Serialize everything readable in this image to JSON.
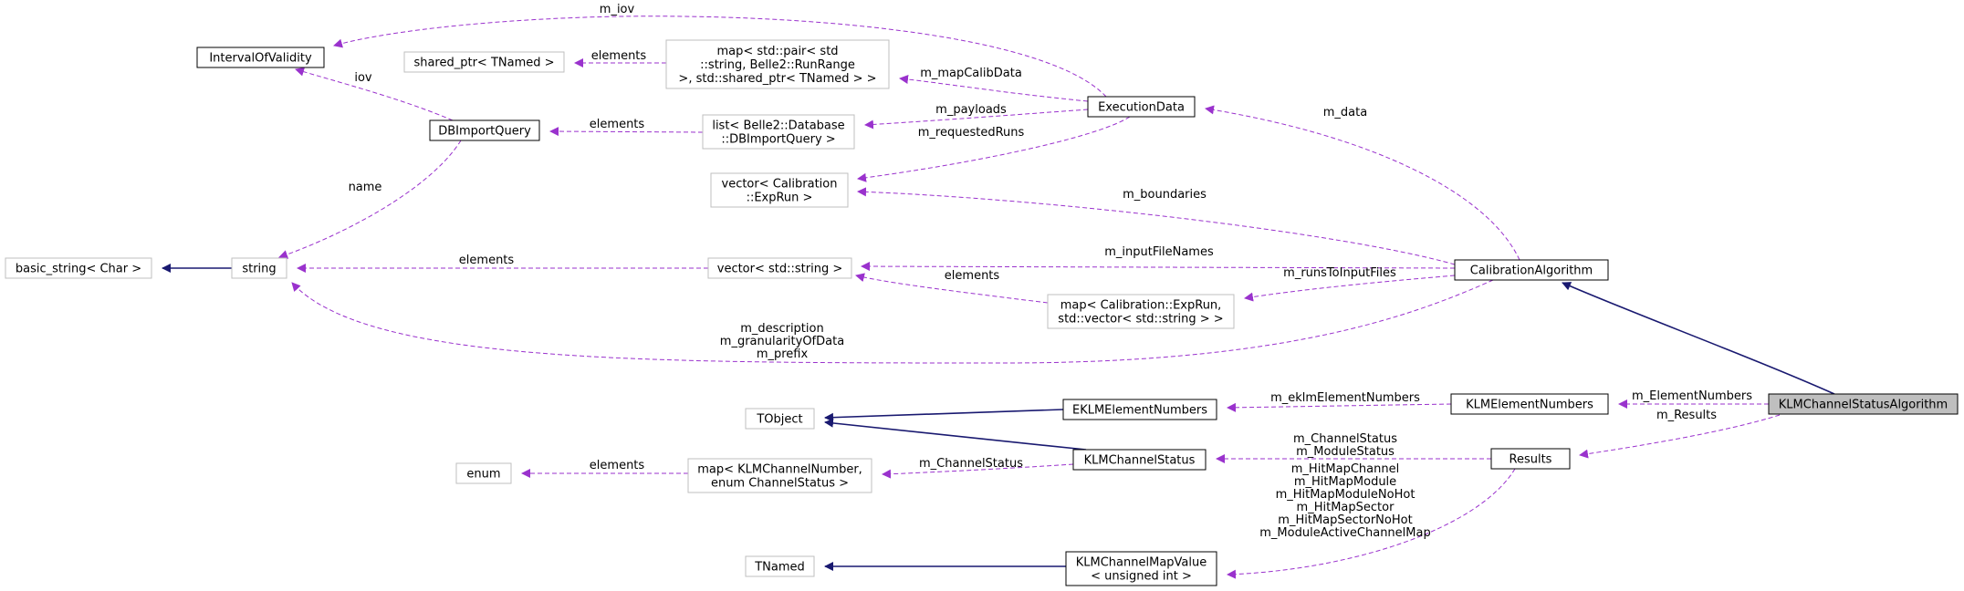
{
  "diagram": {
    "nodes": [
      {
        "id": "KLMChannelStatusAlgorithm",
        "lines": [
          "KLMChannelStatusAlgorithm"
        ],
        "style": "selected"
      },
      {
        "id": "CalibrationAlgorithm",
        "lines": [
          "CalibrationAlgorithm"
        ],
        "style": "class"
      },
      {
        "id": "ExecutionData",
        "lines": [
          "ExecutionData"
        ],
        "style": "class"
      },
      {
        "id": "IntervalOfValidity",
        "lines": [
          "IntervalOfValidity"
        ],
        "style": "class"
      },
      {
        "id": "DBImportQuery",
        "lines": [
          "DBImportQuery"
        ],
        "style": "class"
      },
      {
        "id": "string",
        "lines": [
          "string"
        ],
        "style": "external"
      },
      {
        "id": "basic_string",
        "lines": [
          "basic_string< Char >"
        ],
        "style": "external"
      },
      {
        "id": "shared_ptr",
        "lines": [
          "shared_ptr< TNamed >"
        ],
        "style": "external"
      },
      {
        "id": "map_runrange",
        "lines": [
          "map< std::pair< std",
          "::string, Belle2::RunRange",
          " >, std::shared_ptr< TNamed > >"
        ],
        "style": "external"
      },
      {
        "id": "list_dbimport",
        "lines": [
          "list< Belle2::Database",
          "::DBImportQuery >"
        ],
        "style": "external"
      },
      {
        "id": "vector_exprun",
        "lines": [
          "vector< Calibration",
          "::ExpRun >"
        ],
        "style": "external"
      },
      {
        "id": "vector_string",
        "lines": [
          "vector< std::string >"
        ],
        "style": "external"
      },
      {
        "id": "map_exprun",
        "lines": [
          "map< Calibration::ExpRun,",
          "std::vector< std::string > >"
        ],
        "style": "external"
      },
      {
        "id": "KLMElementNumbers",
        "lines": [
          "KLMElementNumbers"
        ],
        "style": "class"
      },
      {
        "id": "EKLMElementNumbers",
        "lines": [
          "EKLMElementNumbers"
        ],
        "style": "class"
      },
      {
        "id": "TObject",
        "lines": [
          "TObject"
        ],
        "style": "external"
      },
      {
        "id": "Results",
        "lines": [
          "Results"
        ],
        "style": "class"
      },
      {
        "id": "KLMChannelStatus",
        "lines": [
          "KLMChannelStatus"
        ],
        "style": "class"
      },
      {
        "id": "map_klm",
        "lines": [
          "map< KLMChannelNumber,",
          "enum ChannelStatus >"
        ],
        "style": "external"
      },
      {
        "id": "enum",
        "lines": [
          "enum"
        ],
        "style": "external"
      },
      {
        "id": "TNamed",
        "lines": [
          "TNamed"
        ],
        "style": "external"
      },
      {
        "id": "KLMChannelMapValue",
        "lines": [
          "KLMChannelMapValue",
          "< unsigned int >"
        ],
        "style": "class"
      }
    ],
    "edges": [
      {
        "id": "e-calib-inherit",
        "kind": "inherit",
        "from": "KLMChannelStatusAlgorithm",
        "to": "CalibrationAlgorithm",
        "label": []
      },
      {
        "id": "e-elementnumbers",
        "kind": "use",
        "from": "KLMChannelStatusAlgorithm",
        "to": "KLMElementNumbers",
        "label": [
          "m_ElementNumbers"
        ]
      },
      {
        "id": "e-results",
        "kind": "use",
        "from": "KLMChannelStatusAlgorithm",
        "to": "Results",
        "label": [
          "m_Results"
        ]
      },
      {
        "id": "e-data",
        "kind": "use",
        "from": "CalibrationAlgorithm",
        "to": "ExecutionData",
        "label": [
          "m_data"
        ]
      },
      {
        "id": "e-boundaries",
        "kind": "use",
        "from": "CalibrationAlgorithm",
        "to": "vector_exprun",
        "label": [
          "m_boundaries"
        ]
      },
      {
        "id": "e-inputfilenames",
        "kind": "use",
        "from": "CalibrationAlgorithm",
        "to": "vector_string",
        "label": [
          "m_inputFileNames"
        ]
      },
      {
        "id": "e-runstoinput",
        "kind": "use",
        "from": "CalibrationAlgorithm",
        "to": "map_exprun",
        "label": [
          "m_runsToInputFiles"
        ]
      },
      {
        "id": "e-description",
        "kind": "use",
        "from": "CalibrationAlgorithm",
        "to": "string",
        "label": [
          "m_description",
          "m_granularityOfData",
          "m_prefix"
        ]
      },
      {
        "id": "e-iov",
        "kind": "use",
        "from": "ExecutionData",
        "to": "IntervalOfValidity",
        "label": [
          "m_iov"
        ]
      },
      {
        "id": "e-mapcalib",
        "kind": "use",
        "from": "ExecutionData",
        "to": "map_runrange",
        "label": [
          "m_mapCalibData"
        ]
      },
      {
        "id": "e-payloads",
        "kind": "use",
        "from": "ExecutionData",
        "to": "list_dbimport",
        "label": [
          "m_payloads"
        ]
      },
      {
        "id": "e-requestedruns",
        "kind": "use",
        "from": "ExecutionData",
        "to": "vector_exprun",
        "label": [
          "m_requestedRuns"
        ]
      },
      {
        "id": "e-map-shared",
        "kind": "use",
        "from": "map_runrange",
        "to": "shared_ptr",
        "label": [
          "elements"
        ]
      },
      {
        "id": "e-list-dbimport",
        "kind": "use",
        "from": "list_dbimport",
        "to": "DBImportQuery",
        "label": [
          "elements"
        ]
      },
      {
        "id": "e-dbimport-iov",
        "kind": "use",
        "from": "DBImportQuery",
        "to": "IntervalOfValidity",
        "label": [
          "iov"
        ]
      },
      {
        "id": "e-dbimport-name",
        "kind": "use",
        "from": "DBImportQuery",
        "to": "string",
        "label": [
          "name"
        ]
      },
      {
        "id": "e-string-basic",
        "kind": "inherit",
        "from": "string",
        "to": "basic_string",
        "label": []
      },
      {
        "id": "e-vector-string",
        "kind": "use",
        "from": "vector_string",
        "to": "string",
        "label": [
          "elements"
        ]
      },
      {
        "id": "e-mapexprun-vector",
        "kind": "use",
        "from": "map_exprun",
        "to": "vector_string",
        "label": [
          "elements"
        ]
      },
      {
        "id": "e-eklm",
        "kind": "use",
        "from": "KLMElementNumbers",
        "to": "EKLMElementNumbers",
        "label": [
          "m_eklmElementNumbers"
        ]
      },
      {
        "id": "e-eklm-tobject",
        "kind": "inherit",
        "from": "EKLMElementNumbers",
        "to": "TObject",
        "label": []
      },
      {
        "id": "e-klmstatus-tobject",
        "kind": "inherit",
        "from": "KLMChannelStatus",
        "to": "TObject",
        "label": []
      },
      {
        "id": "e-results-status",
        "kind": "use",
        "from": "Results",
        "to": "KLMChannelStatus",
        "label": [
          "m_ChannelStatus",
          "m_ModuleStatus"
        ]
      },
      {
        "id": "e-results-hitmap",
        "kind": "use",
        "from": "Results",
        "to": "KLMChannelMapValue",
        "label": [
          "m_HitMapChannel",
          "m_HitMapModule",
          "m_HitMapModuleNoHot",
          "m_HitMapSector",
          "m_HitMapSectorNoHot",
          "m_ModuleActiveChannelMap"
        ]
      },
      {
        "id": "e-status-map",
        "kind": "use",
        "from": "KLMChannelStatus",
        "to": "map_klm",
        "label": [
          "m_ChannelStatus"
        ]
      },
      {
        "id": "e-mapklm-enum",
        "kind": "use",
        "from": "map_klm",
        "to": "enum",
        "label": [
          "elements"
        ]
      },
      {
        "id": "e-mapvalue-tnamed",
        "kind": "inherit",
        "from": "KLMChannelMapValue",
        "to": "TNamed",
        "label": []
      }
    ],
    "colors": {
      "use_edge": "#9a32cd",
      "inherit_edge": "#191970",
      "class_border": "#000000",
      "external_border": "#bfbfbf",
      "selected_fill": "#bfbfbf"
    }
  }
}
